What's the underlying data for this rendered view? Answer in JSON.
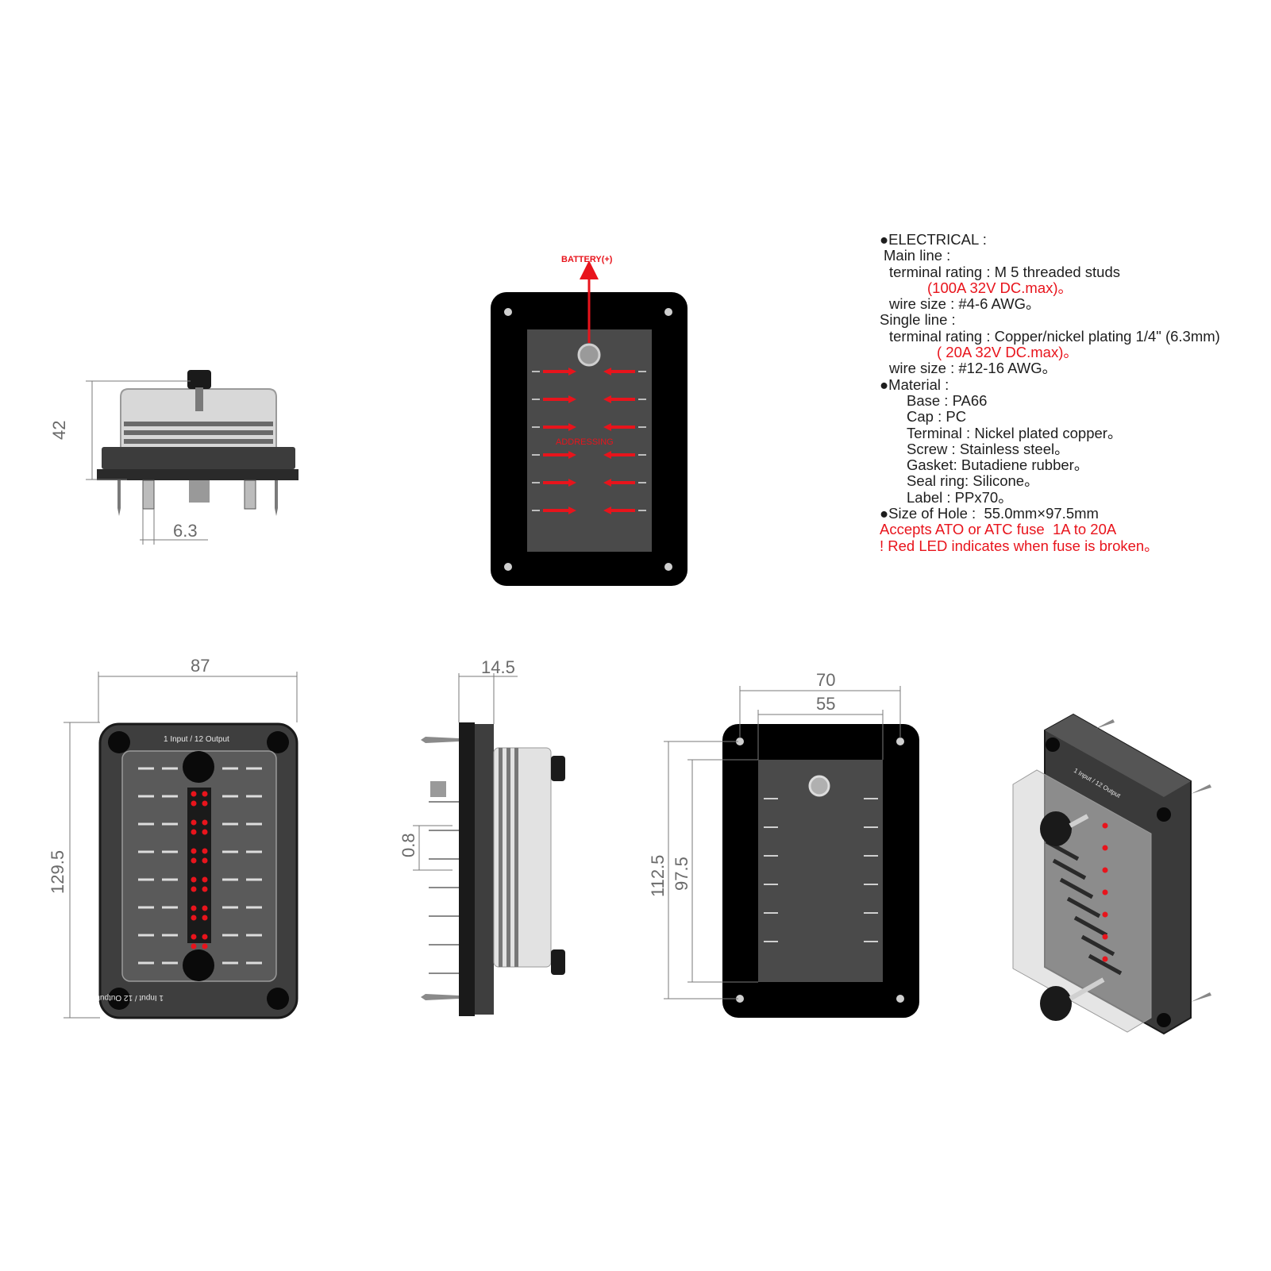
{
  "battery_label": "BATTERY(+)",
  "panel_label": "1 Input / 12 Output",
  "top_marking": "ADDRESSING",
  "dimensions": {
    "height_side": "42",
    "terminal_pitch": "6.3",
    "width_front": "87",
    "height_front": "129.5",
    "depth_side": "14.5",
    "terminal_thickness": "0.8",
    "hole_spacing_outer": "70",
    "hole_width": "55",
    "hole_spacing_vertical": "112.5",
    "hole_height": "97.5"
  },
  "specs": [
    {
      "text": "●ELECTRICAL :",
      "style": "",
      "indent": ""
    },
    {
      "text": "Main line :",
      "style": "",
      "indent": "i1"
    },
    {
      "text": "terminal rating : M 5 threaded studs",
      "style": "",
      "indent": "i2"
    },
    {
      "text": "(100A 32V DC.max)。",
      "style": "red",
      "indent": "i3"
    },
    {
      "text": "wire size : #4-6 AWG。",
      "style": "",
      "indent": "i2"
    },
    {
      "text": "Single line :",
      "style": "",
      "indent": ""
    },
    {
      "text": "terminal rating : Copper/nickel plating 1/4\" (6.3mm)",
      "style": "",
      "indent": "i2"
    },
    {
      "text": "( 20A 32V DC.max)。",
      "style": "red",
      "indent": "i3b"
    },
    {
      "text": "wire size : #12-16 AWG。",
      "style": "",
      "indent": "i2"
    },
    {
      "text": "●Material :",
      "style": "",
      "indent": ""
    },
    {
      "text": "Base : PA66",
      "style": "",
      "indent": "i4"
    },
    {
      "text": "Cap : PC",
      "style": "",
      "indent": "i4"
    },
    {
      "text": "Terminal : Nickel plated copper。",
      "style": "",
      "indent": "i4"
    },
    {
      "text": "Screw : Stainless steel。",
      "style": "",
      "indent": "i4"
    },
    {
      "text": "Gasket: Butadiene rubber。",
      "style": "",
      "indent": "i4"
    },
    {
      "text": "Seal ring: Silicone。",
      "style": "",
      "indent": "i4"
    },
    {
      "text": "Label : PPx70。",
      "style": "",
      "indent": "i4"
    },
    {
      "text": "●Size of Hole :  55.0mm×97.5mm",
      "style": "",
      "indent": ""
    },
    {
      "text": "Accepts ATO or ATC fuse  1A to 20A",
      "style": "red",
      "indent": ""
    },
    {
      "text": "! Red LED indicates when fuse is broken。",
      "style": "red",
      "indent": ""
    }
  ],
  "colors": {
    "plate": "#000000",
    "panel": "#4a4a4a",
    "led": "#e8141c",
    "dimension_line": "#7a7a7a"
  }
}
